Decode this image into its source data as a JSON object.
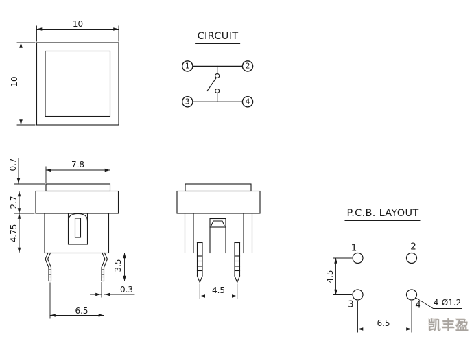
{
  "drawing": {
    "top_view": {
      "width_dim": "10",
      "height_dim": "10"
    },
    "circuit": {
      "title": "CIRCUIT",
      "pin1": "1",
      "pin2": "2",
      "pin3": "3",
      "pin4": "4"
    },
    "front_view": {
      "cap_height_dim": "0.7",
      "cap_width_dim": "7.8",
      "flange_height_dim": "2.7",
      "body_height_dim": "4.75",
      "leg_length_dim": "3.5",
      "leg_thickness_dim": "0.3",
      "leg_pitch_dim": "6.5"
    },
    "side_view": {
      "leg_pitch_dim": "4.5"
    },
    "pcb_layout": {
      "title": "P.C.B. LAYOUT",
      "pad1": "1",
      "pad2": "2",
      "pad3": "3",
      "pad4": "4",
      "vertical_pitch_dim": "4.5",
      "horizontal_pitch_dim": "6.5",
      "hole_note": "4-Ø1.2"
    },
    "watermark": {
      "text": "凯丰盈",
      "color": "#a8a39e"
    },
    "line_color": "#1a1a1a"
  }
}
